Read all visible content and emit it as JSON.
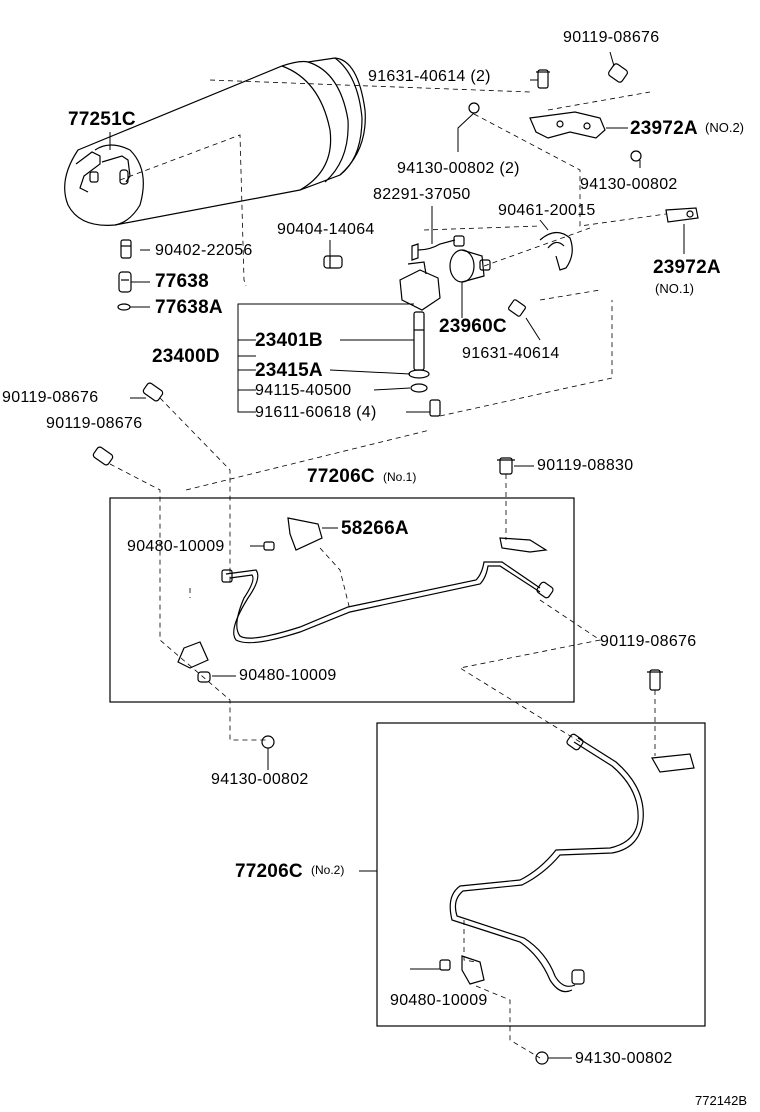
{
  "labels": {
    "p90119_08676_top": "90119-08676",
    "p91631_40614_2": "91631-40614 (2)",
    "p77251C": "77251C",
    "p23972A_no2": "23972A",
    "p23972A_no2_sub": "(NO.2)",
    "p94130_00802_2": "94130-00802 (2)",
    "p94130_00802_a": "94130-00802",
    "p82291_37050": "82291-37050",
    "p90461_20015": "90461-20015",
    "p90404_14064": "90404-14064",
    "p90402_22056": "90402-22056",
    "p23972A_no1": "23972A",
    "p23972A_no1_sub": "(NO.1)",
    "p77638": "77638",
    "p77638A": "77638A",
    "p23960C": "23960C",
    "p91631_40614": "91631-40614",
    "p23400D": "23400D",
    "p23401B": "23401B",
    "p23415A": "23415A",
    "p94115_40500": "94115-40500",
    "p91611_60618_4": "91611-60618 (4)",
    "p90119_08676_l1": "90119-08676",
    "p90119_08676_l2": "90119-08676",
    "p77206C_no1": "77206C",
    "p77206C_no1_sub": "(No.1)",
    "p90119_08830": "90119-08830",
    "p58266A": "58266A",
    "p90480_10009_a": "90480-10009",
    "p90480_10009_b": "90480-10009",
    "p90119_08676_r": "90119-08676",
    "p94130_00802_b": "94130-00802",
    "p77206C_no2": "77206C",
    "p77206C_no2_sub": "(No.2)",
    "p90480_10009_c": "90480-10009",
    "p94130_00802_c": "94130-00802",
    "diagram_id": "772142B"
  }
}
